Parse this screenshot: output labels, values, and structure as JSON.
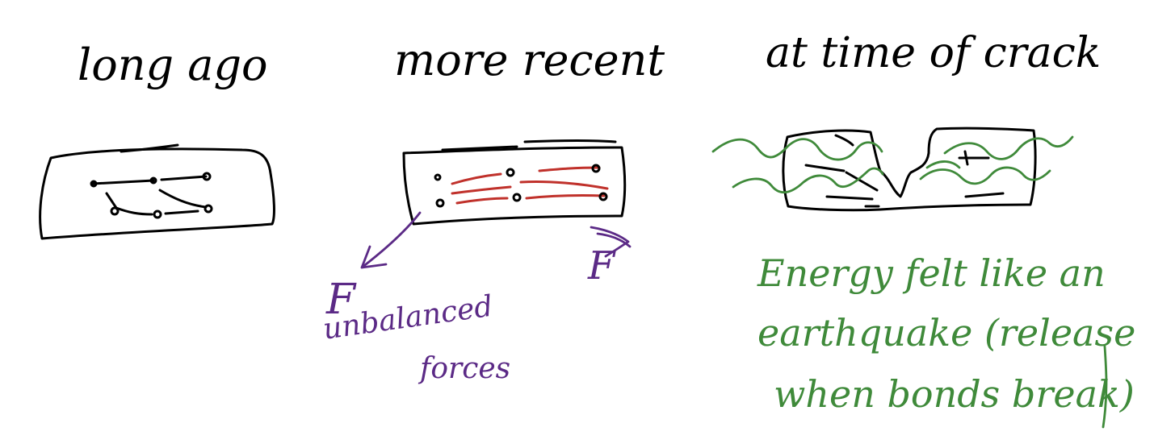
{
  "colors": {
    "ink": "#000000",
    "stress_lines": "#c0312b",
    "forces": "#5b2a86",
    "energy": "#3f8a3a"
  },
  "panels": [
    {
      "title": "long ago"
    },
    {
      "title": "more recent",
      "force_left": "F",
      "force_right": "F",
      "force_caption_1": "unbalanced",
      "force_caption_2": "forces"
    },
    {
      "title": "at time of crack",
      "energy_note_1": "Energy felt like an",
      "energy_note_2": "earthquake (release",
      "energy_note_3": "when bonds break)"
    }
  ]
}
